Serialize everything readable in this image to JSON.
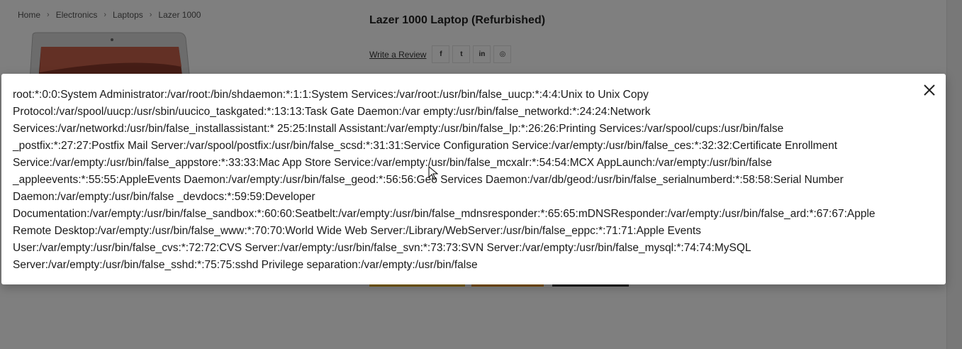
{
  "breadcrumb": {
    "items": [
      "Home",
      "Electronics",
      "Laptops",
      "Lazer 1000"
    ]
  },
  "product": {
    "title": "Lazer 1000 Laptop (Refurbished)",
    "review_label": "Write a Review",
    "social": {
      "facebook": "f",
      "twitter": "t",
      "linkedin": "in",
      "instagram": "◎"
    }
  },
  "modal": {
    "lines": [
      "root:*:0:0:System Administrator:/var/root:/bin/shdaemon:*:1:1:System Services:/var/root:/usr/bin/false_uucp:*:4:4:Unix to Unix Copy",
      "Protocol:/var/spool/uucp:/usr/sbin/uucico_taskgated:*:13:13:Task Gate Daemon:/var empty:/usr/bin/false_networkd:*:24:24:Network",
      "Services:/var/networkd:/usr/bin/false_installassistant:* 25:25:Install Assistant:/var/empty:/usr/bin/false_lp:*:26:26:Printing Services:/var/spool/cups:/usr/bin/false",
      "_postfix:*:27:27:Postfix Mail Server:/var/spool/postfix:/usr/bin/false_scsd:*:31:31:Service Configuration Service:/var/empty:/usr/bin/false_ces:*:32:32:Certificate Enrollment",
      "Service:/var/empty:/usr/bin/false_appstore:*:33:33:Mac App Store Service:/var/empty:/usr/bin/false_mcxalr:*:54:54:MCX AppLaunch:/var/empty:/usr/bin/false",
      "_appleevents:*:55:55:AppleEvents Daemon:/var/empty:/usr/bin/false_geod:*:56:56:Geo Services Daemon:/var/db/geod:/usr/bin/false_serialnumberd:*:58:58:Serial Number",
      "Daemon:/var/empty:/usr/bin/false _devdocs:*:59:59:Developer",
      "Documentation:/var/empty:/usr/bin/false_sandbox:*:60:60:Seatbelt:/var/empty:/usr/bin/false_mdnsresponder:*:65:65:mDNSResponder:/var/empty:/usr/bin/false_ard:*:67:67:Apple",
      "Remote Desktop:/var/empty:/usr/bin/false_www:*:70:70:World Wide Web Server:/Library/WebServer:/usr/bin/false_eppc:*:71:71:Apple Events",
      "User:/var/empty:/usr/bin/false_cvs:*:72:72:CVS Server:/var/empty:/usr/bin/false_svn:*:73:73:SVN Server:/var/empty:/usr/bin/false_mysql:*:74:74:MySQL",
      "Server:/var/empty:/usr/bin/false_sshd:*:75:75:sshd Privilege separation:/var/empty:/usr/bin/false"
    ]
  },
  "colors": {
    "overlay": "#000000",
    "accent_button": "#f2b600",
    "text": "#1a1a1a"
  }
}
